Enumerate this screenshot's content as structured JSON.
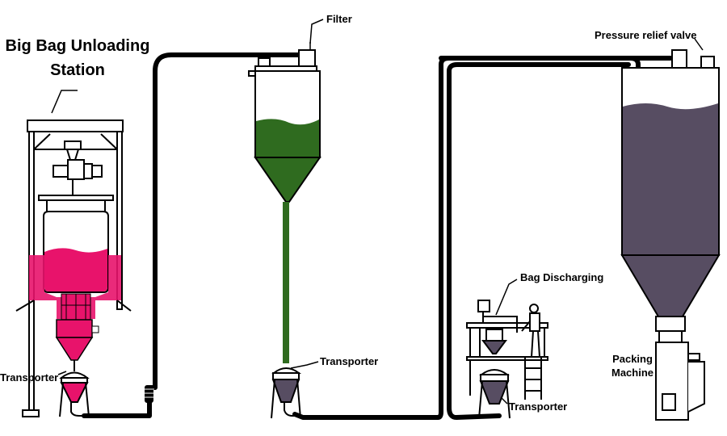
{
  "labels": {
    "station_line1": "Big Bag Unloading",
    "station_line2": "Station",
    "filter": "Filter",
    "pressure_relief_valve": "Pressure relief valve",
    "bag_discharging": "Bag Discharging",
    "transporter_1": "Transporter",
    "transporter_2": "Transporter",
    "transporter_3": "Transporter",
    "packing_machine_line1": "Packing",
    "packing_machine_line2": "Machine"
  },
  "colors": {
    "pink_material": "#e8136b",
    "green_material": "#2f6b1f",
    "dark_material": "#574d62",
    "pipe": "#000000",
    "outline": "#000000"
  },
  "icons": [
    "worker-figure",
    "ladder",
    "frame-structure"
  ]
}
